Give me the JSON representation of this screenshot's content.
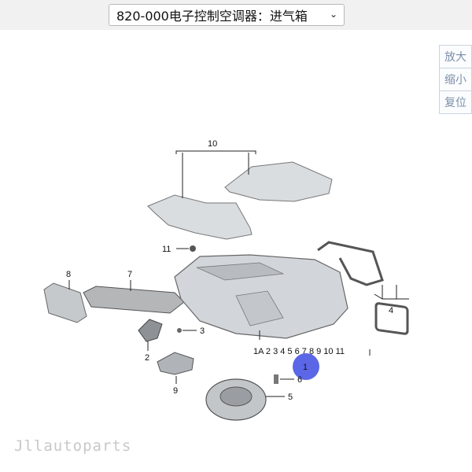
{
  "header": {
    "selector_value": "820-000电子控制空调器：进气箱",
    "selector_icon": "chevron-down-icon"
  },
  "zoom_controls": {
    "zoom_in_label": "放大",
    "zoom_out_label": "缩小",
    "reset_label": "复位"
  },
  "diagram": {
    "callouts": {
      "c10": "10",
      "c11": "11",
      "c8": "8",
      "c7": "7",
      "c3": "3",
      "c2": "2",
      "c9": "9",
      "c4": "4",
      "c6": "6",
      "c5": "5",
      "c1": "1",
      "c1_group": "1A 2 3 4 5 6 7 8 9 10 11"
    },
    "highlight_color": "#5b67e6"
  },
  "watermark": "Jllautoparts"
}
